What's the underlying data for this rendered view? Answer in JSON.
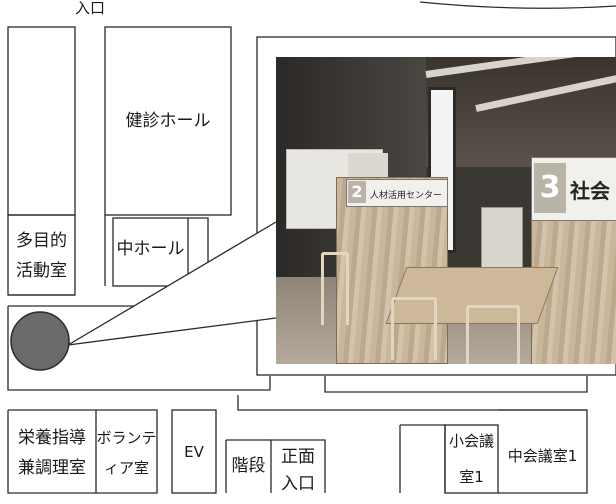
{
  "map": {
    "rooms": {
      "entrance_top": "入口",
      "kenshin_hall": "健診ホール",
      "tamokuteki_line1": "多目的",
      "tamokuteki_line2": "活動室",
      "naka_hall": "中ホール",
      "eiyou_line1": "栄養指導",
      "eiyou_line2": "兼調理室",
      "volunteer_line1": "ボランテ",
      "volunteer_line2": "ィア室",
      "ev": "EV",
      "stairs": "階段",
      "front_entrance_line1": "正面",
      "front_entrance_line2": "入口",
      "small_meeting_line1": "小会議",
      "small_meeting_line2": "室1",
      "mid_meeting": "中会議室1"
    },
    "marker_color": "#6b6b6b",
    "photo": {
      "booth_number_2": "2",
      "booth_number_3": "3",
      "sign_2": "人材活用センター",
      "sign_3_partial": "社会"
    }
  }
}
